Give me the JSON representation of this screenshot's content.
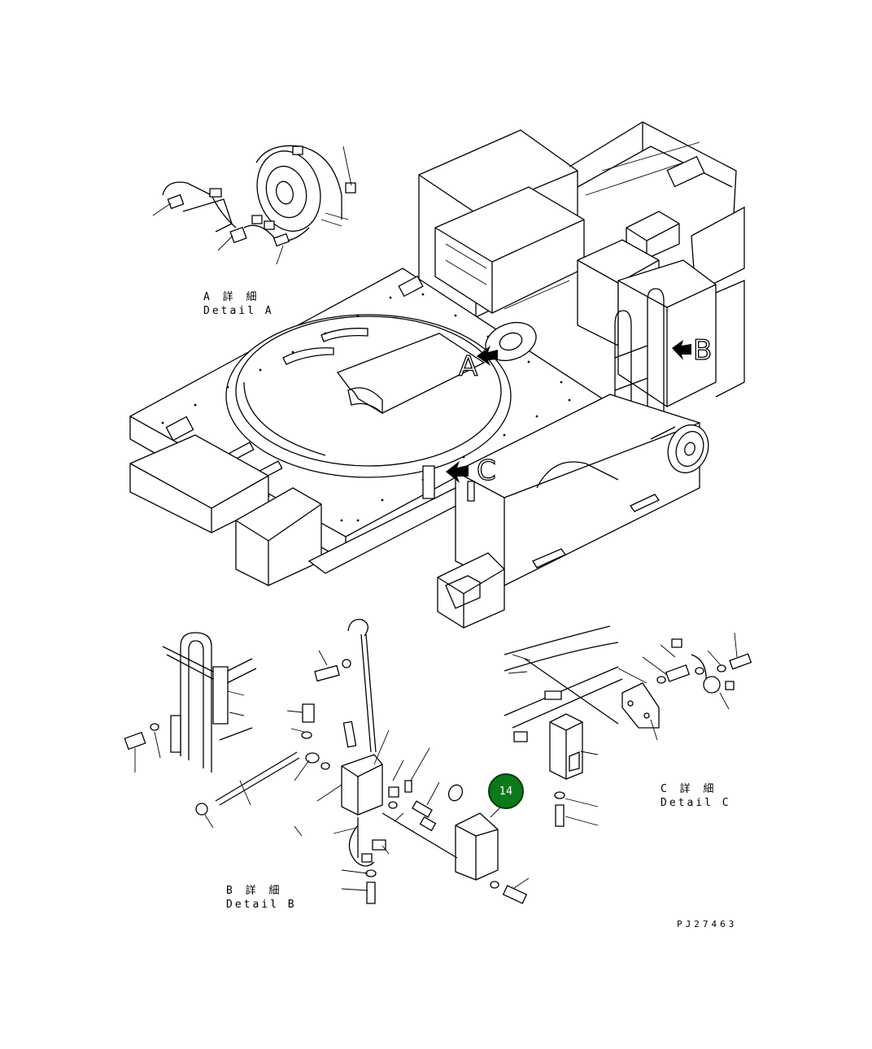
{
  "labels": {
    "view_a": "A",
    "view_b": "B",
    "view_c": "C",
    "detail_a_jp": "A 詳 細",
    "detail_a_en": "Detail A",
    "detail_b_jp": "B 詳 細",
    "detail_b_en": "Detail B",
    "detail_c_jp": "C 詳 細",
    "detail_c_en": "Detail C",
    "drawing_no": "PJ27463"
  },
  "callout": {
    "number": "14",
    "color": "#0a7a19"
  },
  "line_color": "#000000",
  "background": "#ffffff"
}
